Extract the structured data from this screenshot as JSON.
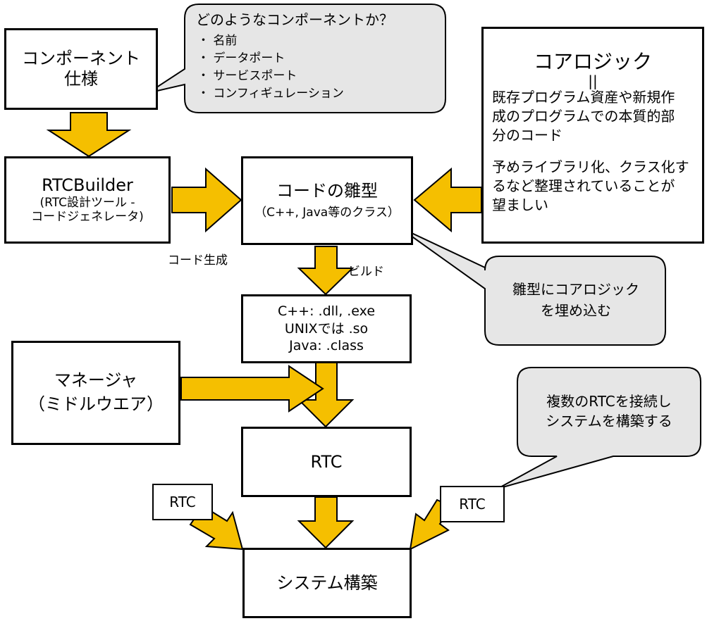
{
  "colors": {
    "arrow_fill": "#f5bf00",
    "bubble_fill": "#e6e6e6",
    "border": "#000000",
    "background": "#ffffff"
  },
  "spec": {
    "line1": "コンポーネント",
    "line2": "仕様"
  },
  "spec_bubble": {
    "title": "どのようなコンポーネントか？",
    "items": [
      "・ 名前",
      "・ データポート",
      "・ サービスポート",
      "・ コンフィギュレーション"
    ]
  },
  "builder": {
    "title": "RTCBuilder",
    "sub1": "(RTC設計ツール -",
    "sub2": "コードジェネレータ)"
  },
  "code_gen_label": "コード生成",
  "template": {
    "title": "コードの雛型",
    "sub": "（C++, Java等のクラス）"
  },
  "core_logic": {
    "title": "コアロジック",
    "eq": "||",
    "para1": [
      "既存プログラム資産や新規作",
      "成のプログラムでの本質的部",
      "分のコード"
    ],
    "para2": [
      "予めライブラリ化、クラス化す",
      "るなど整理されていることが",
      "望ましい"
    ]
  },
  "embed_bubble": {
    "line1": "雛型にコアロジック",
    "line2": "を埋め込む"
  },
  "build_label": "ビルド",
  "binary": {
    "line1": "C++: .dll,  .exe",
    "line2": "UNIXでは .so",
    "line3": "Java: .class"
  },
  "manager": {
    "line1": "マネージャ",
    "line2": "（ミドルウエア）"
  },
  "rtc_main": "RTC",
  "connect_bubble": {
    "line1": "複数のRTCを接続し",
    "line2": "システムを構築する"
  },
  "rtc_left": "RTC",
  "rtc_right": "RTC",
  "system": "システム構築"
}
